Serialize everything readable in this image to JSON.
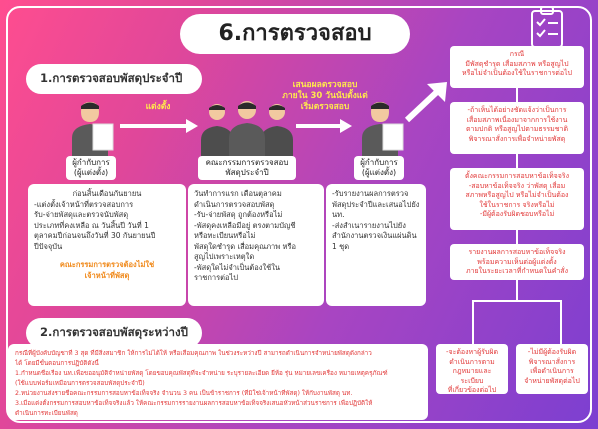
{
  "title": "6.การตรวจสอบ",
  "section1": {
    "heading": "1.การตรวจสอบพัสดุประจำปี"
  },
  "section2": {
    "heading": "2.การตรวจสอบพัสดุระหว่างปี"
  },
  "arrows": {
    "appoint": "แต่งตั้ง",
    "report": "เสนอผลตรวจสอบ\nภายใน 30 วันนับตั้งแต่\nเริ่มตรวจสอบ"
  },
  "roles": {
    "head_left": "ผู้กำกับการ\n(ผู้แต่งตั้ง)",
    "committee": "คณะกรรมการตรวจสอบ\nพัสดุประจำปี",
    "head_right": "ผู้กำกับการ\n(ผู้แต่งตั้ง)"
  },
  "cards": {
    "left": {
      "lines": [
        "ก่อนสิ้นเดือนกันยายน",
        "-แต่งตั้งเจ้าหน้าที่ตรวจสอบการ",
        "รับ-จ่ายพัสดุและตรวจนับพัสดุ",
        "ประเภทที่คงเหลือ ณ วันสิ้นปี วันที่ 1",
        "ตุลาคมปีก่อนจนถึงวันที่ 30 กันยายนปี",
        "ปีปัจจุบัน"
      ],
      "note": [
        "คณะกรรมการตรวจต้องไม่ใช่",
        "เจ้าหน้าที่พัสดุ"
      ]
    },
    "middle": {
      "lines": [
        "วันทำการแรก เดือนตุลาคม",
        "ดำเนินการตรวจสอบพัสดุ",
        "-รับ-จ่ายพัสดุ ถูกต้องหรือไม่",
        "-พัสดุคงเหลือมีอยู่ ตรงตามบัญชี",
        "หรือทะเบียนหรือไม่",
        "พัสดุใดชำรุด เสื่อมคุณภาพ หรือ",
        "สูญไปเพราะเหตุใด",
        "-พัสดุใดไม่จำเป็นต้องใช้ใน",
        "ราชการต่อไป"
      ]
    },
    "right": {
      "lines": [
        "-รับรายงานผลการตรวจ",
        "พัสดุประจำปีและเสนอไปยัง",
        "นท.",
        "-ส่งสำเนารายงานไปยัง",
        "สำนักงานตรวจเงินแผ่นดิน",
        "1 ชุด"
      ]
    }
  },
  "section2_note": {
    "lines": [
      "กรณีที่ผู้บังคับบัญชาที่ 3 สุด ที่มีสิ่งสมาชิก ให้การไม่ได้ให้ หรือเสื่อมคุณภาพ ในช่วงระหว่างปี สามารถดำเนินการจำหน่ายพัสดุดังกล่าว",
      "ได้ โดยมีขั้นตอนการปฏิบัติดังนี้",
      "1.กำหนดชื่อเรื่อง นท.เพื่อขออนุมัติจำหน่ายพัสดุ โดยขอบคุณพัสดุที่จะจำหน่าย ระบุรายละเอียด ยี่ห้อ รุ่น หมายเลขเครื่อง หมายเหตุครุภัณฑ์",
      "(ใช้แบบฟอร์มเหมือนการตรวจสอบพัสดุประจำปี)",
      "2.หน่วยงานส่งรายชื่อคณะกรรมการสอบหาข้อเท็จจริง จำนวน 3 คน เป็นข้าราชการ (ที่มิใช่เจ้าหน้าที่พัสดุ) ให้กับงานพัสดุ นท.",
      "3.เมื่อแต่งตั้งกรรมการสอบหาข้อเท็จจริงแล้ว ให้คณะกรรมการรายงานผลการสอบหาข้อเท็จจริงเสนอหัวหน้าส่วนราชการ เพื่อปฏิบัติให้",
      "ดำเนินการทะเบียนพัสดุ"
    ]
  },
  "flow": {
    "box1": [
      "กรณี",
      "มีพัสดุชำรุด เสื่อมสภาพ หรือสูญไป",
      "หรือไม่จำเป็นต้องใช้ในราชการต่อไป"
    ],
    "box2": [
      "-ถ้าเห็นได้อย่างชัดแจ้งว่าเป็นการ",
      "เสื่อมสภาพเนื่องมาจากการใช้งาน",
      "ตามปกติ หรือสูญไปตามธรรมชาติ",
      "พิจารณาสั่งการเพื่อจำหน่ายพัสดุ"
    ],
    "box3": [
      "ตั้งคณะกรรมการสอบหาข้อเท็จจริง",
      "-สอบหาข้อเท็จจริง ว่าพัสดุ เสื่อม",
      "สภาพหรือสูญไป หรือไม่จำเป็นต้อง",
      "ใช้ในราชการ จริงหรือไม่",
      "-มีผู้ต้องรับผิดชอบหรือไม่"
    ],
    "box4": [
      "รายงานผลการสอบหาข้อเท็จจริง",
      "พร้อมความเห็นต่อผู้แต่งตั้ง",
      "ภายในระยะเวลาที่กำหนดในคำสั่ง"
    ],
    "box5": [
      "-จะต้องหาผู้รับผิด",
      "ดำเนินการตาม",
      "กฎหมายและระเบียบ",
      "ที่เกี่ยวข้องต่อไป"
    ],
    "box6": [
      "-ไม่มีผู้ต้องรับผิด",
      "พิจารณาสั่งการ",
      "เพื่อดำเนินการ",
      "จำหน่ายพัสดุต่อไป"
    ]
  },
  "colors": {
    "accent_yellow": "#ffe84d",
    "text_red": "#e23a3a",
    "note_orange": "#f08a1c",
    "bg_start": "#ff4d8f",
    "bg_end": "#7c3fd1"
  },
  "icons": [
    "clipboard-checklist-icon",
    "officer-figure-icon",
    "arrow-right-icon",
    "arrow-up-right-icon"
  ]
}
